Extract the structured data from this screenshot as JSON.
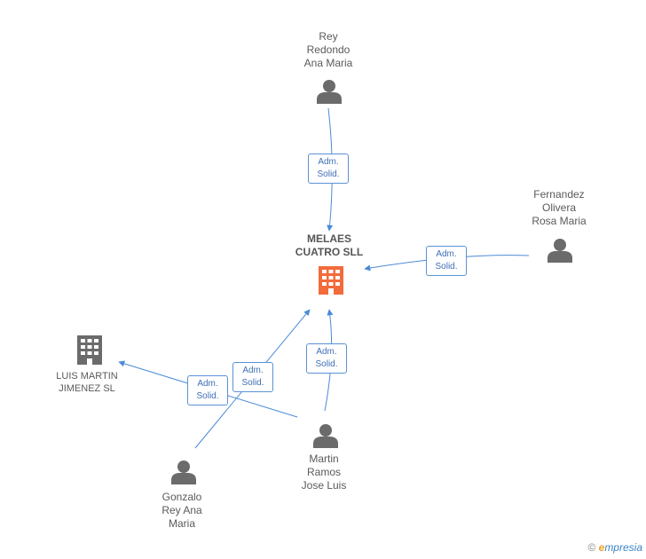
{
  "nodes": {
    "focus_company": {
      "name_lines": [
        "MELAES",
        "CUATRO SLL"
      ],
      "color": "#f26b3a"
    },
    "luis_martin": {
      "name_lines": [
        "LUIS MARTIN",
        "JIMENEZ SL"
      ],
      "color": "#6b6b6b"
    },
    "rey_redondo": {
      "name_lines": [
        "Rey",
        "Redondo",
        "Ana Maria"
      ]
    },
    "fernandez_olivera": {
      "name_lines": [
        "Fernandez",
        "Olivera",
        "Rosa Maria"
      ]
    },
    "martin_ramos": {
      "name_lines": [
        "Martin",
        "Ramos",
        "Jose Luis"
      ]
    },
    "gonzalo_rey": {
      "name_lines": [
        "Gonzalo",
        "Rey Ana",
        "Maria"
      ]
    }
  },
  "edges": [
    {
      "from": "rey_redondo",
      "to": "focus_company",
      "label_lines": [
        "Adm.",
        "Solid."
      ]
    },
    {
      "from": "fernandez_olivera",
      "to": "focus_company",
      "label_lines": [
        "Adm.",
        "Solid."
      ]
    },
    {
      "from": "martin_ramos",
      "to": "focus_company",
      "label_lines": [
        "Adm.",
        "Solid."
      ]
    },
    {
      "from": "gonzalo_rey",
      "to": "focus_company",
      "label_lines": [
        "Adm.",
        "Solid."
      ]
    },
    {
      "from": "martin_ramos",
      "to": "luis_martin",
      "label_lines": [
        "Adm.",
        "Solid."
      ]
    }
  ],
  "colors": {
    "edge": "#4a8ad8",
    "person_icon": "#6b6b6b"
  },
  "icons": {
    "person": "person-icon",
    "company": "building-icon"
  },
  "watermark": {
    "symbol": "©",
    "brand_initial": "e",
    "brand_rest": "mpresia"
  }
}
